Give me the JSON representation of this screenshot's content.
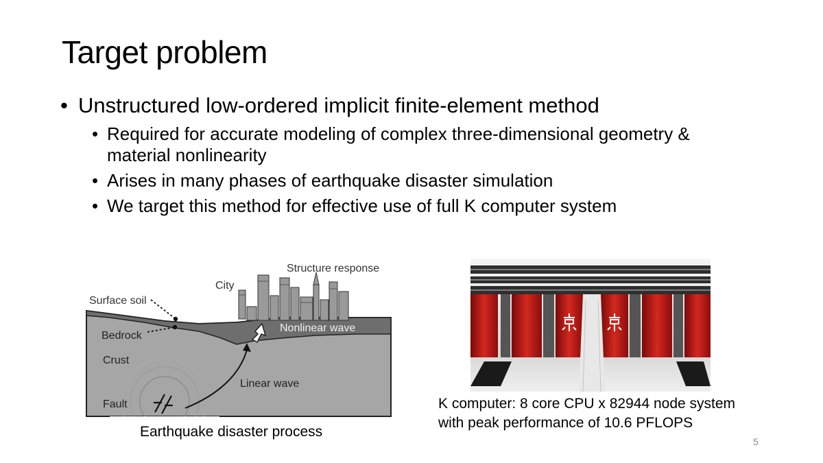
{
  "slide": {
    "title": "Target problem",
    "page_number": "5"
  },
  "bullets": {
    "main": "Unstructured low-ordered implicit finite-element method",
    "sub": [
      "Required for accurate modeling of complex three-dimensional geometry & material nonlinearity",
      "Arises in many phases of earthquake disaster simulation",
      "We target this method for effective use of full K computer system"
    ]
  },
  "figure_quake": {
    "labels": {
      "structure_response": "Structure response",
      "city": "City",
      "surface_soil": "Surface soil",
      "bedrock": "Bedrock",
      "nonlinear_wave": "Nonlinear wave",
      "crust": "Crust",
      "linear_wave": "Linear wave",
      "fault": "Fault"
    },
    "caption": "Earthquake disaster process"
  },
  "figure_k": {
    "caption_line1": "K computer: 8 core CPU x 82944 node system",
    "caption_line2": "with peak performance of 10.6 PFLOPS"
  }
}
